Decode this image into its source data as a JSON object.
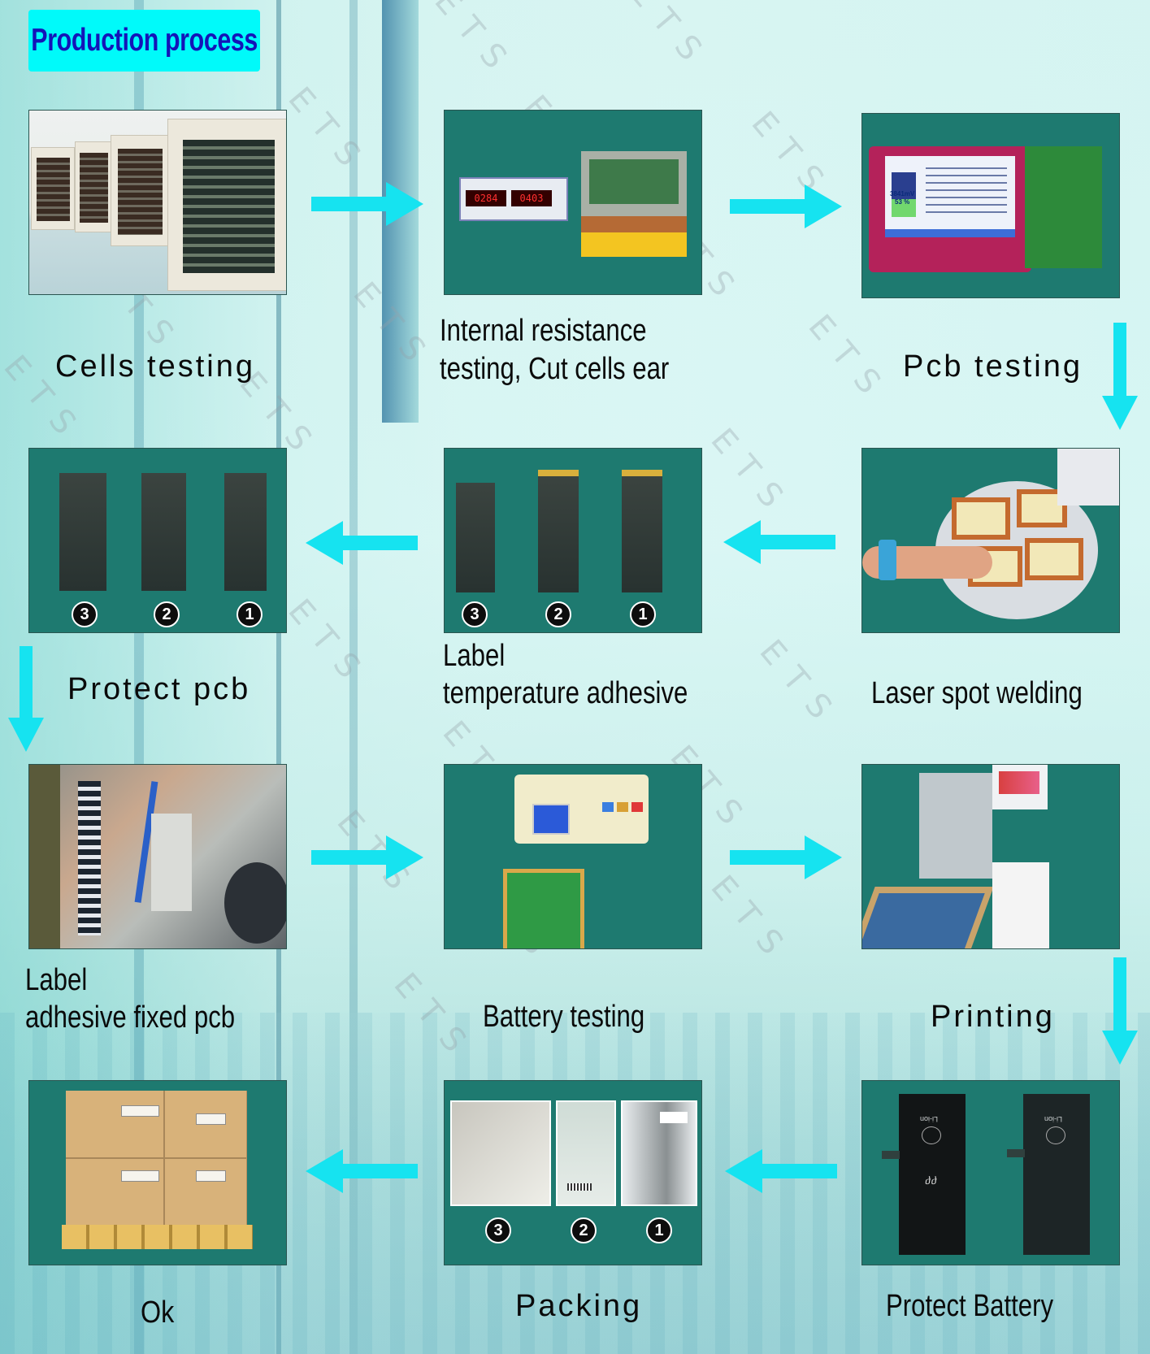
{
  "header": {
    "title": "Production process"
  },
  "colors": {
    "title_badge_bg": "#00fafa",
    "title_text": "#1414b8",
    "photo_bg": "#1e7a70",
    "arrow": "#16e3f0"
  },
  "watermark_text": "ETS",
  "steps": [
    {
      "id": 1,
      "label": "Cells  testing",
      "photo": "cell-testing-racks"
    },
    {
      "id": 2,
      "label_line1": "Internal  resistance",
      "label_line2": "testing,  Cut  cells  ear",
      "photo": "resistance-tester",
      "display_left": "0284",
      "display_right": "0403"
    },
    {
      "id": 3,
      "label": "Pcb  testing",
      "photo": "pcb-tester-screen",
      "screen_value_mv": "3841mV",
      "screen_value_pct": "53 %"
    },
    {
      "id": 4,
      "label": "Laser  spot  welding",
      "photo": "laser-welding-turntable"
    },
    {
      "id": 5,
      "label_line1": "Label",
      "label_line2": "temperature  adhesive",
      "photo": "cells-with-temp-label",
      "markers": [
        "3",
        "2",
        "1"
      ]
    },
    {
      "id": 6,
      "label": "Protect  pcb",
      "photo": "cells-with-pcb-protection",
      "markers": [
        "3",
        "2",
        "1"
      ]
    },
    {
      "id": 7,
      "label_line1": "Label",
      "label_line2": "adhesive  fixed  pcb",
      "photo": "labeling-machine"
    },
    {
      "id": 8,
      "label": "Battery  testing",
      "photo": "battery-tester"
    },
    {
      "id": 9,
      "label": "Printing",
      "photo": "screen-printing-machine"
    },
    {
      "id": 10,
      "label": "Protect  Battery",
      "photo": "finished-batteries",
      "battery_text": "Li-ion"
    },
    {
      "id": 11,
      "label": "Packing",
      "photo": "packing-sleeves",
      "markers": [
        "3",
        "2",
        "1"
      ]
    },
    {
      "id": 12,
      "label": "Ok",
      "photo": "boxed-pallet"
    }
  ]
}
